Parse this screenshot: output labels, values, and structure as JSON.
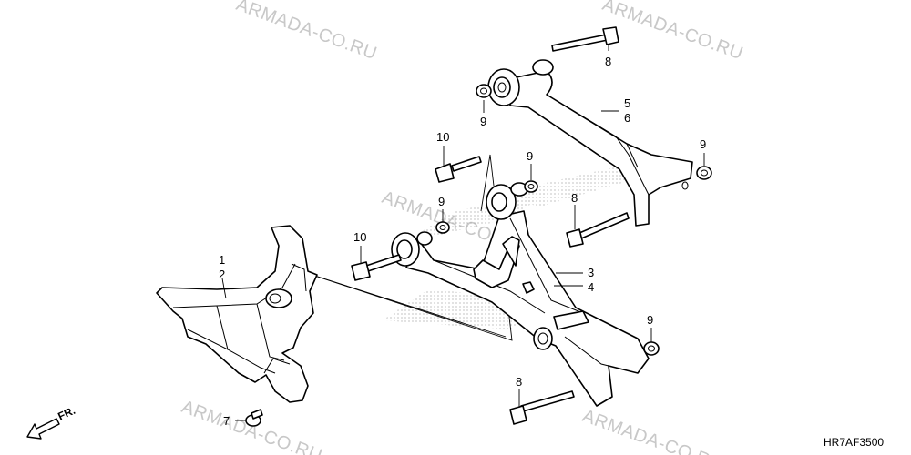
{
  "watermark": "ARMADA-CO.RU",
  "diagram_code": "HR7AF3500",
  "front_label": "FR.",
  "callouts": {
    "c1": "1",
    "c2": "2",
    "c3": "3",
    "c4": "4",
    "c5": "5",
    "c6": "6",
    "c7": "7",
    "c8a": "8",
    "c8b": "8",
    "c8c": "8",
    "c9a": "9",
    "c9b": "9",
    "c9c": "9",
    "c9d": "9",
    "c9e": "9",
    "c10a": "10",
    "c10b": "10"
  }
}
